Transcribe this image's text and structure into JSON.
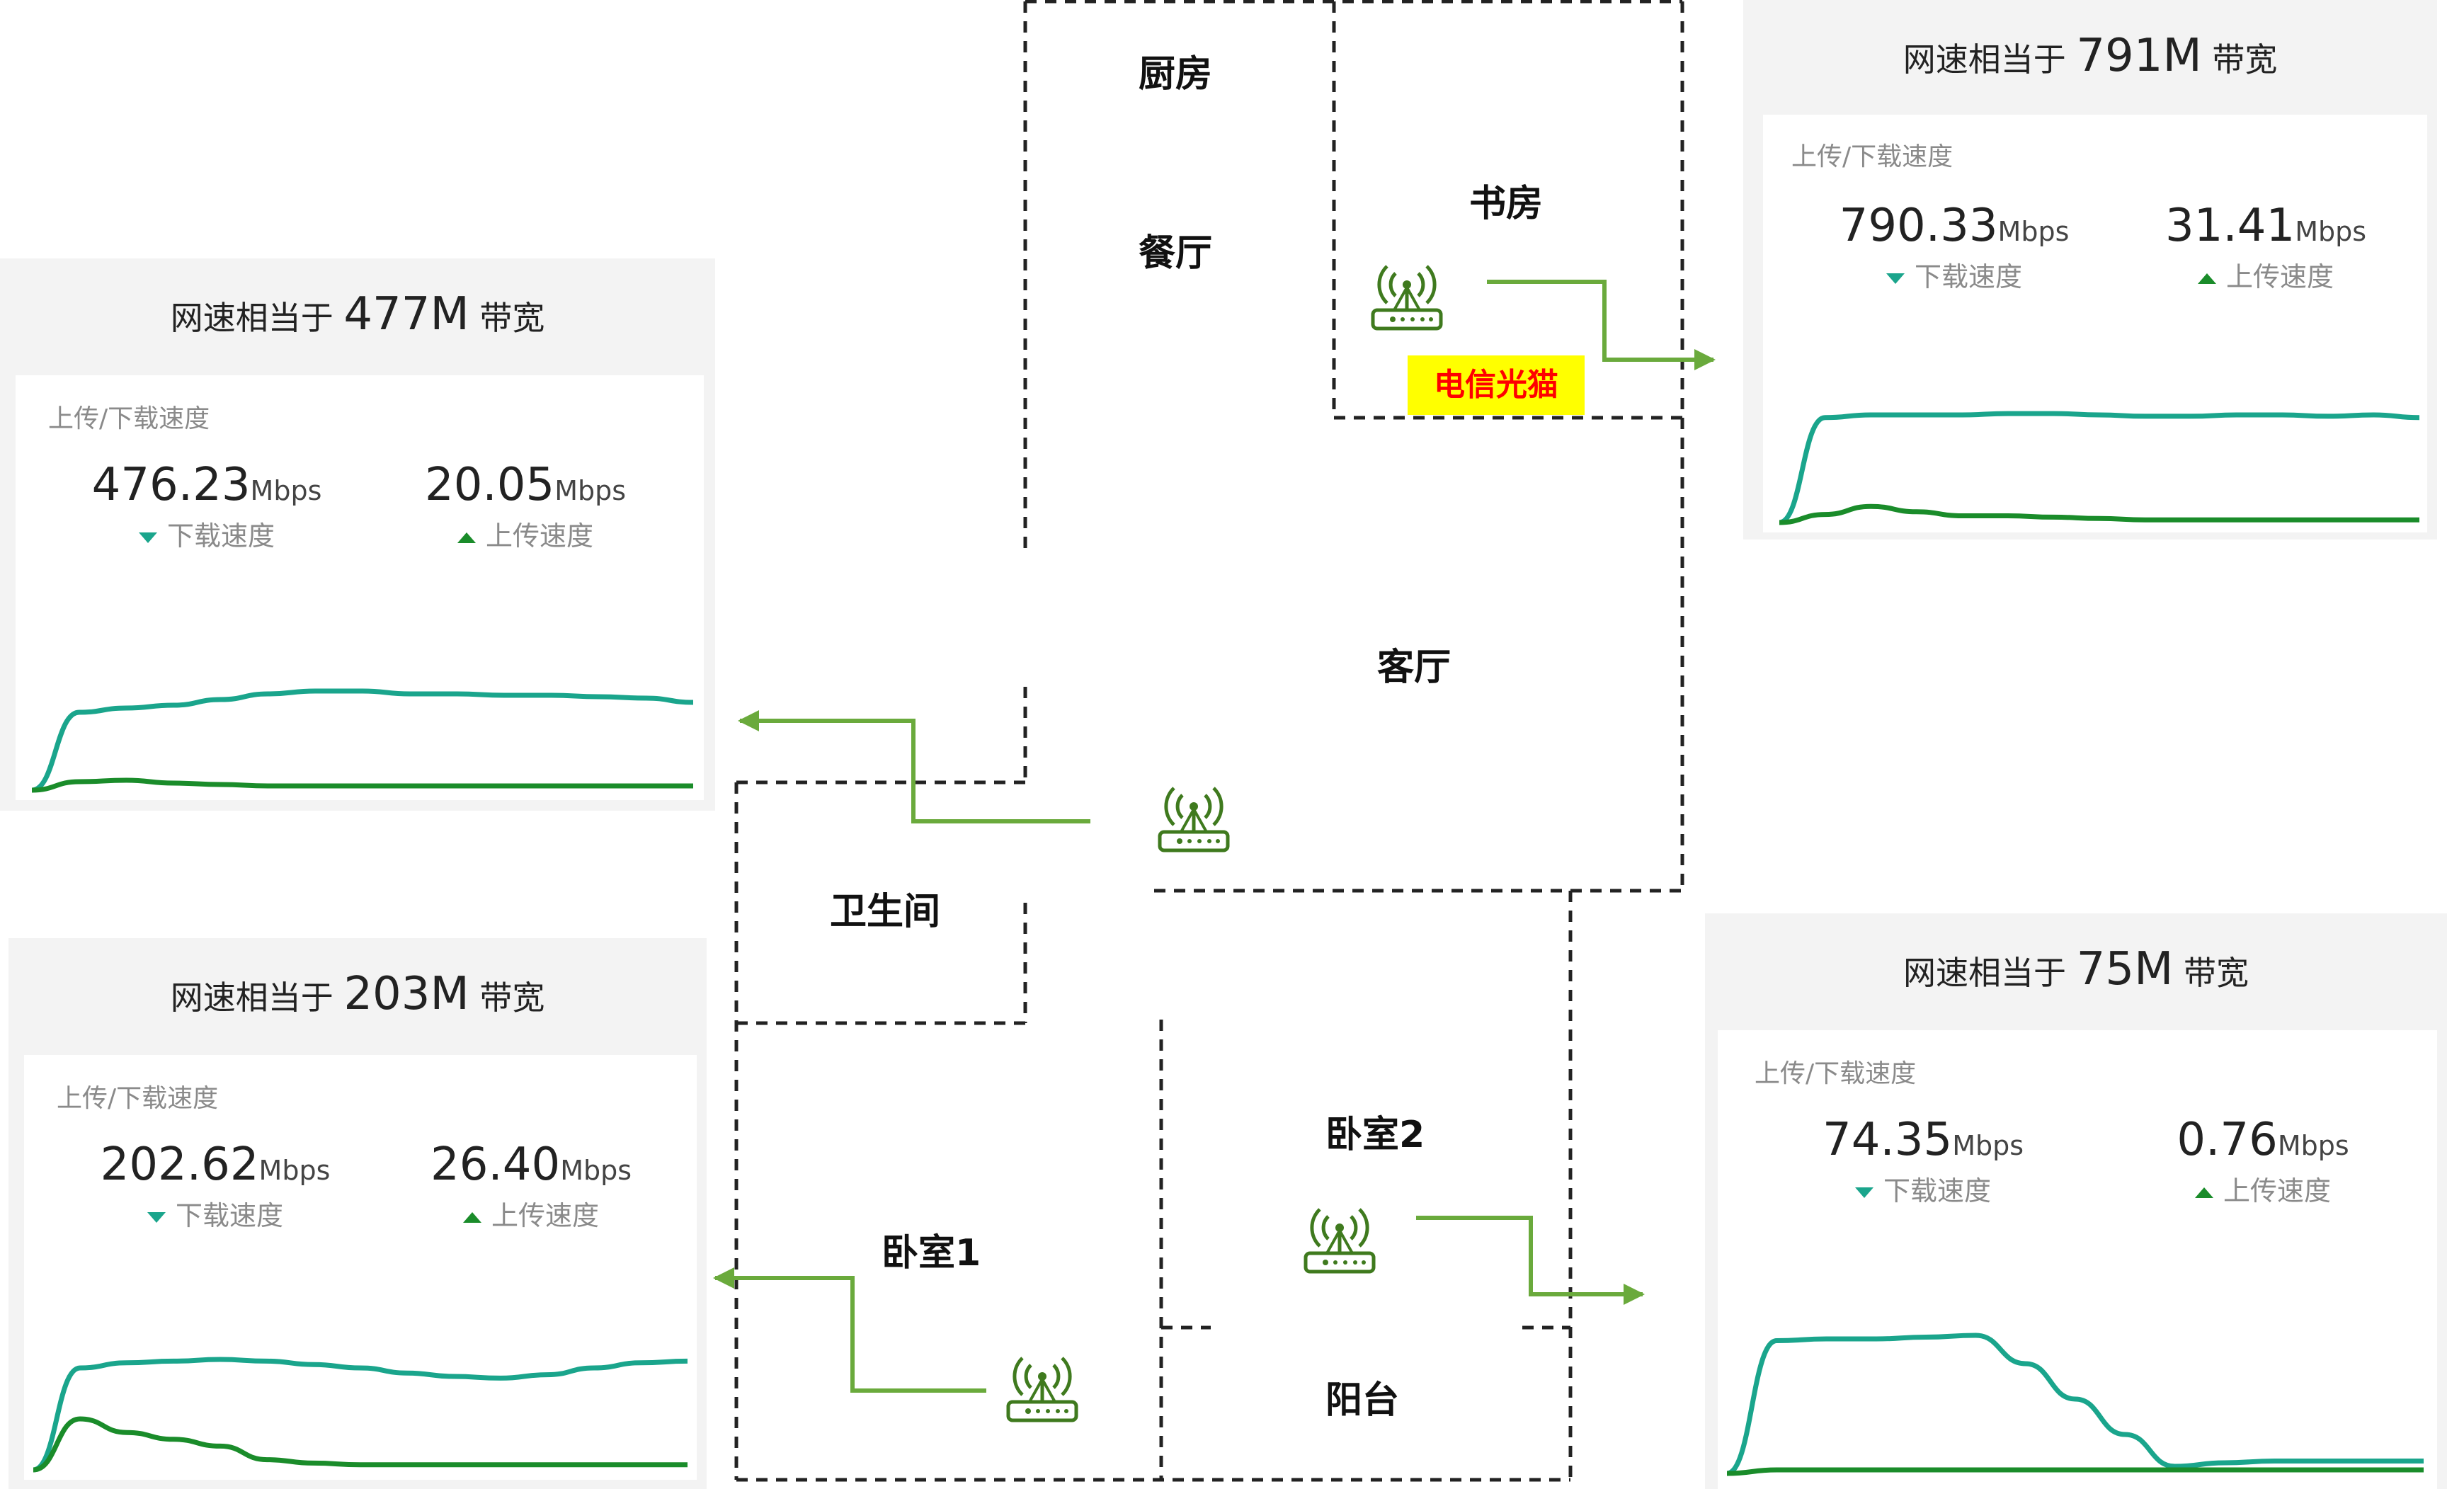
{
  "colors": {
    "download": "#1aa58c",
    "upload": "#1a8c2a",
    "arrow": "#6aaa3c",
    "modem_bg": "#ffff00",
    "modem_text": "#ff0000"
  },
  "rooms": {
    "kitchen": "厨房",
    "dining": "餐厅",
    "study": "书房",
    "living": "客厅",
    "bathroom": "卫生间",
    "bedroom1": "卧室1",
    "bedroom2": "卧室2",
    "balcony": "阳台"
  },
  "modem_label": "电信光猫",
  "icons": {
    "router": "wifi-router-icon"
  },
  "cards": [
    {
      "id": "study",
      "title_prefix": "网速相当于",
      "title_value": "791M",
      "title_suffix": "带宽",
      "sub_label": "上传/下载速度",
      "download": {
        "value": "790.33",
        "unit": "Mbps",
        "caption": "下载速度"
      },
      "upload": {
        "value": "31.41",
        "unit": "Mbps",
        "caption": "上传速度"
      }
    },
    {
      "id": "living",
      "title_prefix": "网速相当于",
      "title_value": "477M",
      "title_suffix": "带宽",
      "sub_label": "上传/下载速度",
      "download": {
        "value": "476.23",
        "unit": "Mbps",
        "caption": "下载速度"
      },
      "upload": {
        "value": "20.05",
        "unit": "Mbps",
        "caption": "上传速度"
      }
    },
    {
      "id": "bedroom1",
      "title_prefix": "网速相当于",
      "title_value": "203M",
      "title_suffix": "带宽",
      "sub_label": "上传/下载速度",
      "download": {
        "value": "202.62",
        "unit": "Mbps",
        "caption": "下载速度"
      },
      "upload": {
        "value": "26.40",
        "unit": "Mbps",
        "caption": "上传速度"
      }
    },
    {
      "id": "bedroom2",
      "title_prefix": "网速相当于",
      "title_value": "75M",
      "title_suffix": "带宽",
      "sub_label": "上传/下载速度",
      "download": {
        "value": "74.35",
        "unit": "Mbps",
        "caption": "下载速度"
      },
      "upload": {
        "value": "0.76",
        "unit": "Mbps",
        "caption": "上传速度"
      }
    }
  ],
  "chart_data": [
    {
      "type": "line",
      "card": "study",
      "series": [
        {
          "values": [
            0,
            0.78,
            0.8,
            0.8,
            0.8,
            0.81,
            0.81,
            0.8,
            0.79,
            0.79,
            0.8,
            0.8,
            0.79,
            0.8,
            0.78
          ]
        },
        {
          "values": [
            0,
            0.06,
            0.12,
            0.08,
            0.05,
            0.05,
            0.04,
            0.03,
            0.02,
            0.02,
            0.02,
            0.02,
            0.02,
            0.02,
            0.02
          ]
        }
      ]
    },
    {
      "type": "line",
      "card": "living",
      "series": [
        {
          "values": [
            0,
            0.55,
            0.58,
            0.6,
            0.64,
            0.68,
            0.7,
            0.7,
            0.68,
            0.68,
            0.67,
            0.67,
            0.66,
            0.65,
            0.62
          ]
        },
        {
          "values": [
            0,
            0.06,
            0.07,
            0.05,
            0.04,
            0.03,
            0.03,
            0.03,
            0.03,
            0.03,
            0.03,
            0.03,
            0.03,
            0.03,
            0.03
          ]
        }
      ]
    },
    {
      "type": "line",
      "card": "bedroom1",
      "series": [
        {
          "values": [
            0,
            0.6,
            0.63,
            0.64,
            0.65,
            0.64,
            0.62,
            0.6,
            0.57,
            0.55,
            0.54,
            0.56,
            0.6,
            0.63,
            0.64
          ]
        },
        {
          "values": [
            0,
            0.3,
            0.22,
            0.18,
            0.14,
            0.06,
            0.04,
            0.03,
            0.03,
            0.03,
            0.03,
            0.03,
            0.03,
            0.03,
            0.03
          ]
        }
      ]
    },
    {
      "type": "line",
      "card": "bedroom2",
      "series": [
        {
          "values": [
            0,
            0.75,
            0.76,
            0.76,
            0.77,
            0.78,
            0.62,
            0.42,
            0.22,
            0.04,
            0.06,
            0.07,
            0.07,
            0.07,
            0.07
          ]
        },
        {
          "values": [
            0,
            0.02,
            0.02,
            0.02,
            0.02,
            0.02,
            0.02,
            0.02,
            0.02,
            0.02,
            0.02,
            0.02,
            0.02,
            0.02,
            0.02
          ]
        }
      ]
    }
  ]
}
